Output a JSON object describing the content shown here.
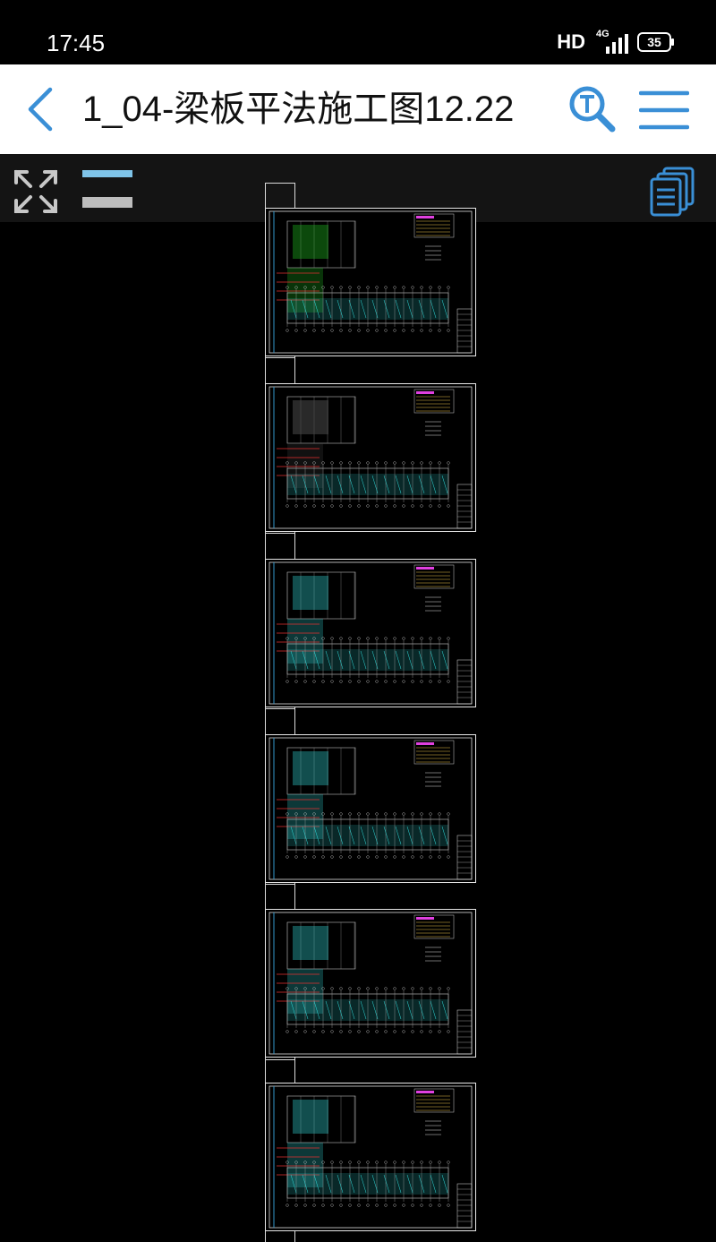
{
  "status_bar": {
    "time": "17:45",
    "hd": "HD",
    "network": "4G",
    "battery": "35"
  },
  "header": {
    "title": "1_04-梁板平法施工图12.22"
  },
  "icons": {
    "back": "back-arrow-icon",
    "search": "text-search-icon",
    "menu": "hamburger-menu-icon",
    "fullscreen": "fullscreen-expand-icon",
    "layers": "layer-toggle-icon",
    "pages": "page-list-icon"
  },
  "colors": {
    "accent": "#3a8fd6",
    "drawing_cyan": "#33e0e0",
    "drawing_green": "#22d122",
    "drawing_red": "#e33030",
    "drawing_magenta": "#e040e0"
  },
  "drawing": {
    "sheets": [
      {
        "page": 1,
        "highlight": "green"
      },
      {
        "page": 2,
        "highlight": "gray"
      },
      {
        "page": 3,
        "highlight": "cyan"
      },
      {
        "page": 4,
        "highlight": "cyan"
      },
      {
        "page": 5,
        "highlight": "cyan"
      },
      {
        "page": 6,
        "highlight": "cyan"
      }
    ]
  }
}
